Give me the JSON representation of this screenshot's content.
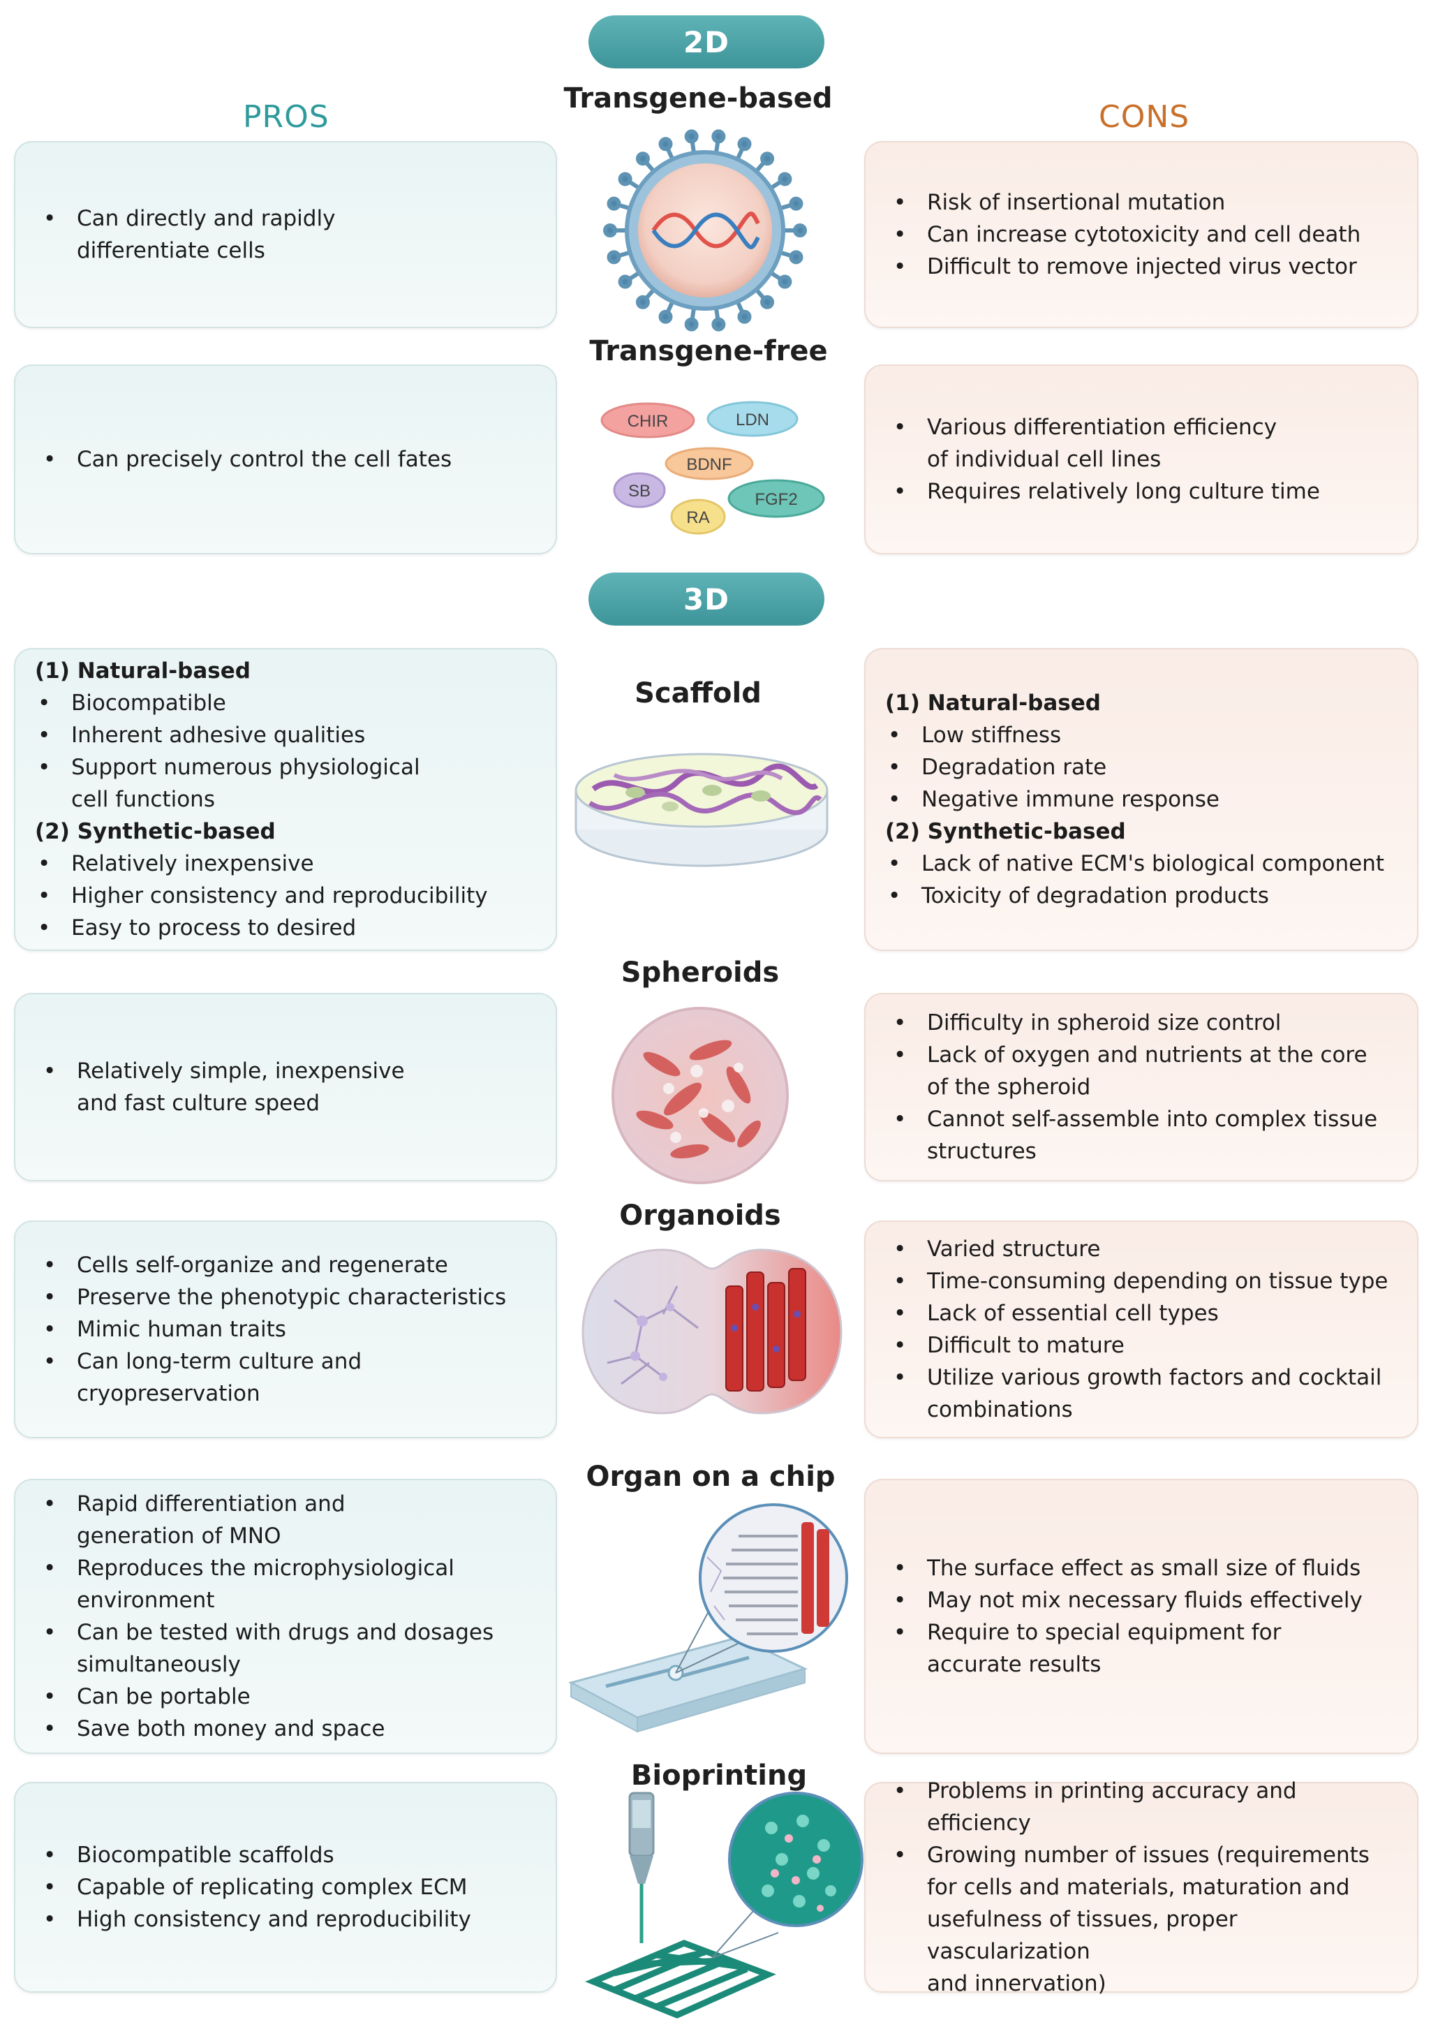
{
  "sections": {
    "two_d": "2D",
    "three_d": "3D"
  },
  "headers": {
    "pros": "PROS",
    "cons": "CONS"
  },
  "rows": [
    {
      "id": "transgene-based",
      "title": "Transgene-based",
      "pros": {
        "groups": [
          {
            "heading": "",
            "items": [
              "Can directly and rapidly\ndifferentiate cells"
            ]
          }
        ]
      },
      "cons": {
        "groups": [
          {
            "heading": "",
            "items": [
              "Risk of insertional mutation",
              "Can increase cytotoxicity and cell death",
              "Difficult to remove injected virus vector"
            ]
          }
        ]
      }
    },
    {
      "id": "transgene-free",
      "title": "Transgene-free",
      "pros": {
        "groups": [
          {
            "heading": "",
            "items": [
              "Can precisely control the cell fates"
            ]
          }
        ]
      },
      "cons": {
        "groups": [
          {
            "heading": "",
            "items": [
              "Various differentiation efficiency\nof individual cell lines",
              "Requires relatively long culture time"
            ]
          }
        ]
      }
    },
    {
      "id": "scaffold",
      "title": "Scaffold",
      "pros": {
        "groups": [
          {
            "heading": "(1) Natural-based",
            "items": [
              "Biocompatible",
              "Inherent adhesive qualities",
              "Support numerous physiological\ncell functions"
            ]
          },
          {
            "heading": "(2) Synthetic-based",
            "items": [
              "Relatively inexpensive",
              "Higher consistency and reproducibility",
              "Easy to process to desired"
            ]
          }
        ]
      },
      "cons": {
        "groups": [
          {
            "heading": "(1) Natural-based",
            "items": [
              "Low stiffness",
              "Degradation rate",
              "Negative immune response"
            ]
          },
          {
            "heading": "(2) Synthetic-based",
            "items": [
              "Lack of native ECM's biological component",
              "Toxicity of degradation products"
            ]
          }
        ]
      }
    },
    {
      "id": "spheroids",
      "title": "Spheroids",
      "pros": {
        "groups": [
          {
            "heading": "",
            "items": [
              "Relatively simple, inexpensive\nand fast culture speed"
            ]
          }
        ]
      },
      "cons": {
        "groups": [
          {
            "heading": "",
            "items": [
              "Difficulty in spheroid size control",
              "Lack of oxygen and nutrients at the core\nof the spheroid",
              "Cannot self-assemble into complex tissue\nstructures"
            ]
          }
        ]
      }
    },
    {
      "id": "organoids",
      "title": "Organoids",
      "pros": {
        "groups": [
          {
            "heading": "",
            "items": [
              "Cells self-organize and regenerate",
              "Preserve the phenotypic characteristics",
              "Mimic human traits",
              "Can long-term culture and cryopreservation"
            ]
          }
        ]
      },
      "cons": {
        "groups": [
          {
            "heading": "",
            "items": [
              "Varied structure",
              "Time-consuming depending on tissue type",
              "Lack of essential cell types",
              "Difficult to mature",
              "Utilize various growth factors and cocktail\ncombinations"
            ]
          }
        ]
      }
    },
    {
      "id": "organ-on-a-chip",
      "title": "Organ on a chip",
      "pros": {
        "groups": [
          {
            "heading": "",
            "items": [
              "Rapid differentiation and\ngeneration of MNO",
              "Reproduces the microphysiological\nenvironment",
              "Can be tested  with drugs and dosages\nsimultaneously",
              "Can be portable",
              "Save both money and space"
            ]
          }
        ]
      },
      "cons": {
        "groups": [
          {
            "heading": "",
            "items": [
              "The surface effect as small size of fluids",
              "May not mix necessary fluids effectively",
              "Require to special equipment for\naccurate results"
            ]
          }
        ]
      }
    },
    {
      "id": "bioprinting",
      "title": "Bioprinting",
      "pros": {
        "groups": [
          {
            "heading": "",
            "items": [
              "Biocompatible scaffolds",
              "Capable of replicating complex ECM",
              "High consistency and reproducibility"
            ]
          }
        ]
      },
      "cons": {
        "groups": [
          {
            "heading": "",
            "items": [
              "Problems in printing accuracy and efficiency",
              "Growing number of issues (requirements\nfor cells and materials, maturation and\nusefulness of tissues, proper vascularization\nand innervation)"
            ]
          }
        ]
      }
    }
  ],
  "small_molecules": [
    "CHIR",
    "LDN",
    "BDNF",
    "SB",
    "FGF2",
    "RA"
  ],
  "colors": {
    "pros_accent": "#2f9a9b",
    "cons_accent": "#c9702a",
    "pill": "#4aa3a6"
  }
}
